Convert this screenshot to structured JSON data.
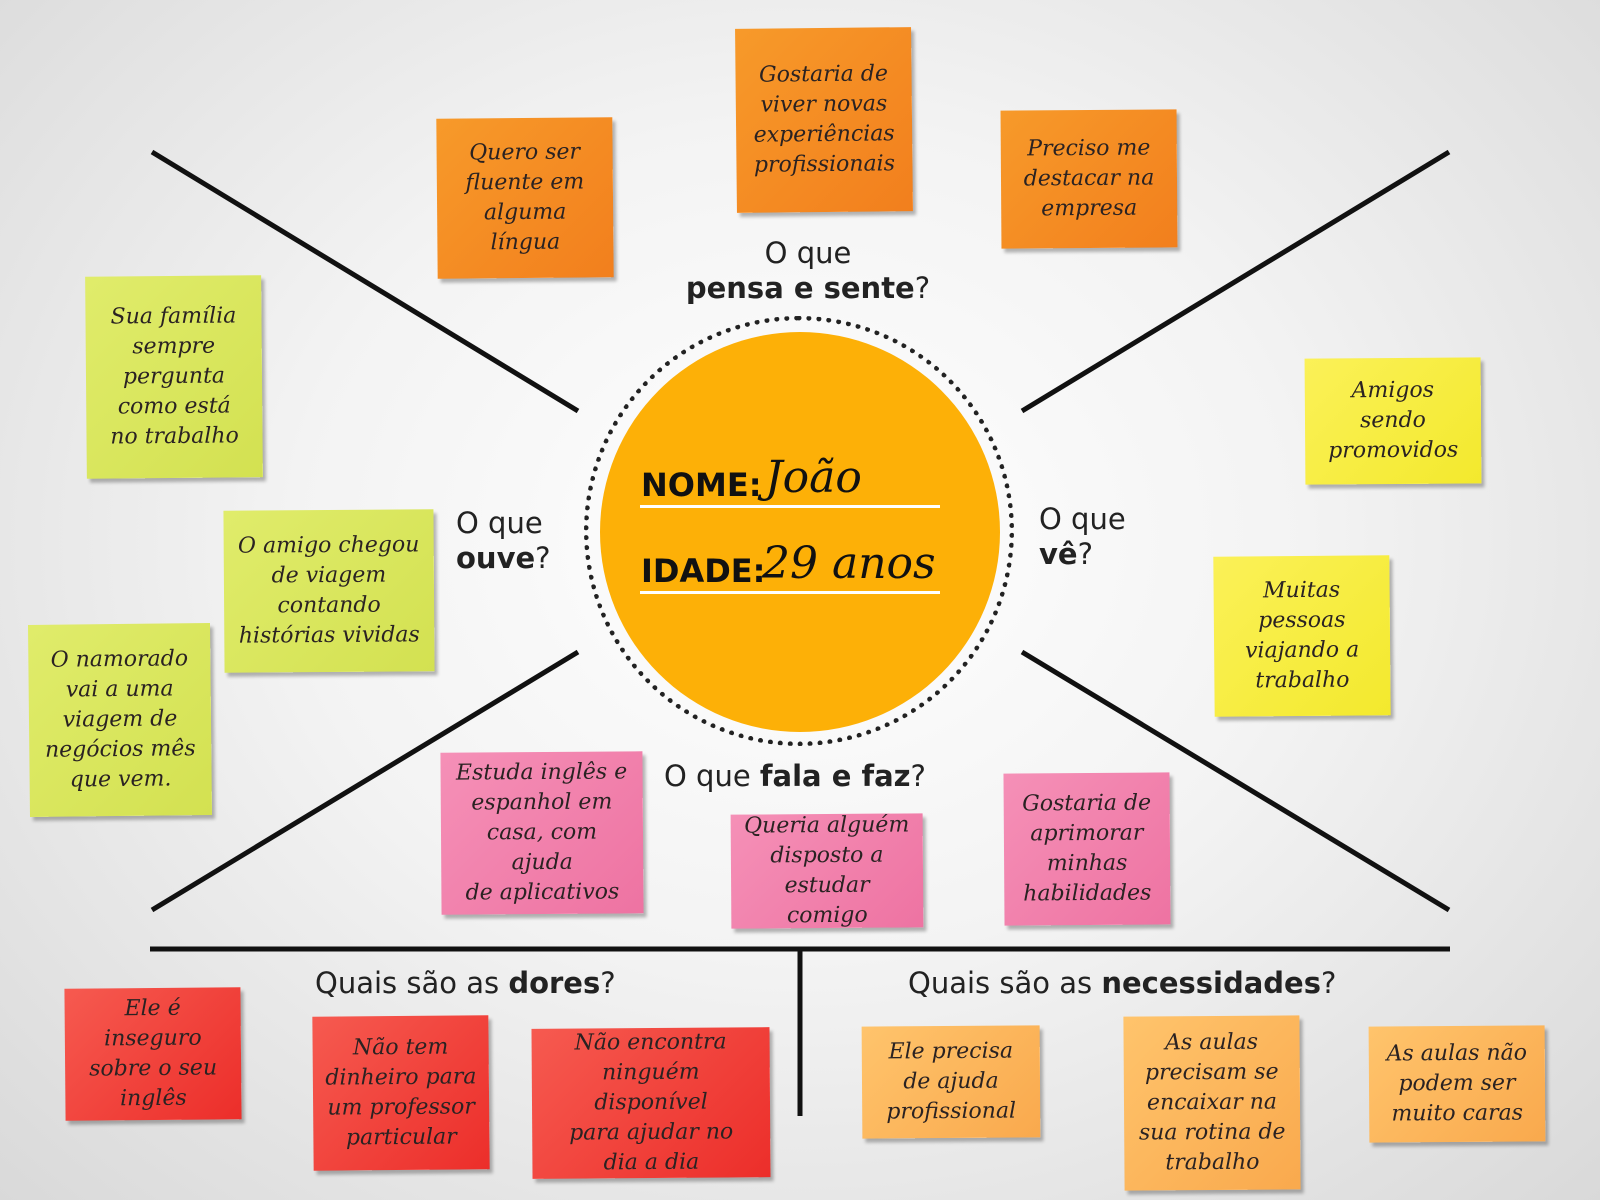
{
  "center": {
    "name_label": "NOME:",
    "name_value": "João",
    "age_label": "IDADE:",
    "age_value": "29 anos",
    "circle_color": "#fdb007"
  },
  "sections": {
    "pensa": {
      "prefix": "O que",
      "bold": "pensa e sente",
      "suffix": "?"
    },
    "ouve": {
      "prefix": "O que",
      "bold": "ouve",
      "suffix": "?"
    },
    "ve": {
      "prefix": "O que",
      "bold": "vê",
      "suffix": "?"
    },
    "fala": {
      "prefix": "O que",
      "bold": "fala e faz",
      "suffix": "?"
    },
    "dores": {
      "prefix": "Quais são as",
      "bold": "dores",
      "suffix": "?"
    },
    "necessidades": {
      "prefix": "Quais são as",
      "bold": "necessidades",
      "suffix": "?"
    }
  },
  "notes": {
    "pensa": [
      "Quero ser\nfluente em\nalguma\nlíngua",
      "Gostaria de\nviver novas\nexperiências\nprofissionais",
      "Preciso me\ndestacar na\nempresa"
    ],
    "ouve": [
      "Sua família\nsempre\npergunta\ncomo está\nno trabalho",
      "O amigo chegou\nde viagem\ncontando\nhistórias vividas",
      "O namorado\nvai a uma\nviagem de\nnegócios mês\nque vem."
    ],
    "ve": [
      "Amigos\nsendo\npromovidos",
      "Muitas\npessoas\nviajando a\ntrabalho"
    ],
    "fala": [
      "Estuda inglês e\nespanhol em\ncasa, com ajuda\nde aplicativos",
      "Queria alguém\ndisposto a\nestudar comigo",
      "Gostaria de\naprimorar\nminhas\nhabilidades"
    ],
    "dores": [
      "Ele é inseguro\nsobre o seu\ninglês",
      "Não tem\ndinheiro para\num professor\nparticular",
      "Não encontra\nninguém disponível\npara ajudar no\ndia a dia"
    ],
    "necessidades": [
      "Ele precisa\nde ajuda\nprofissional",
      "As aulas\nprecisam se\nencaixar na\nsua rotina de\ntrabalho",
      "As aulas não\npodem ser\nmuito caras"
    ]
  },
  "colors": {
    "pensa": "#f58a22",
    "ouve": "#d8e55c",
    "ve": "#f6ec3c",
    "fala": "#f282ac",
    "dores": "#f0443b",
    "necessidades": "#fbb75c"
  }
}
